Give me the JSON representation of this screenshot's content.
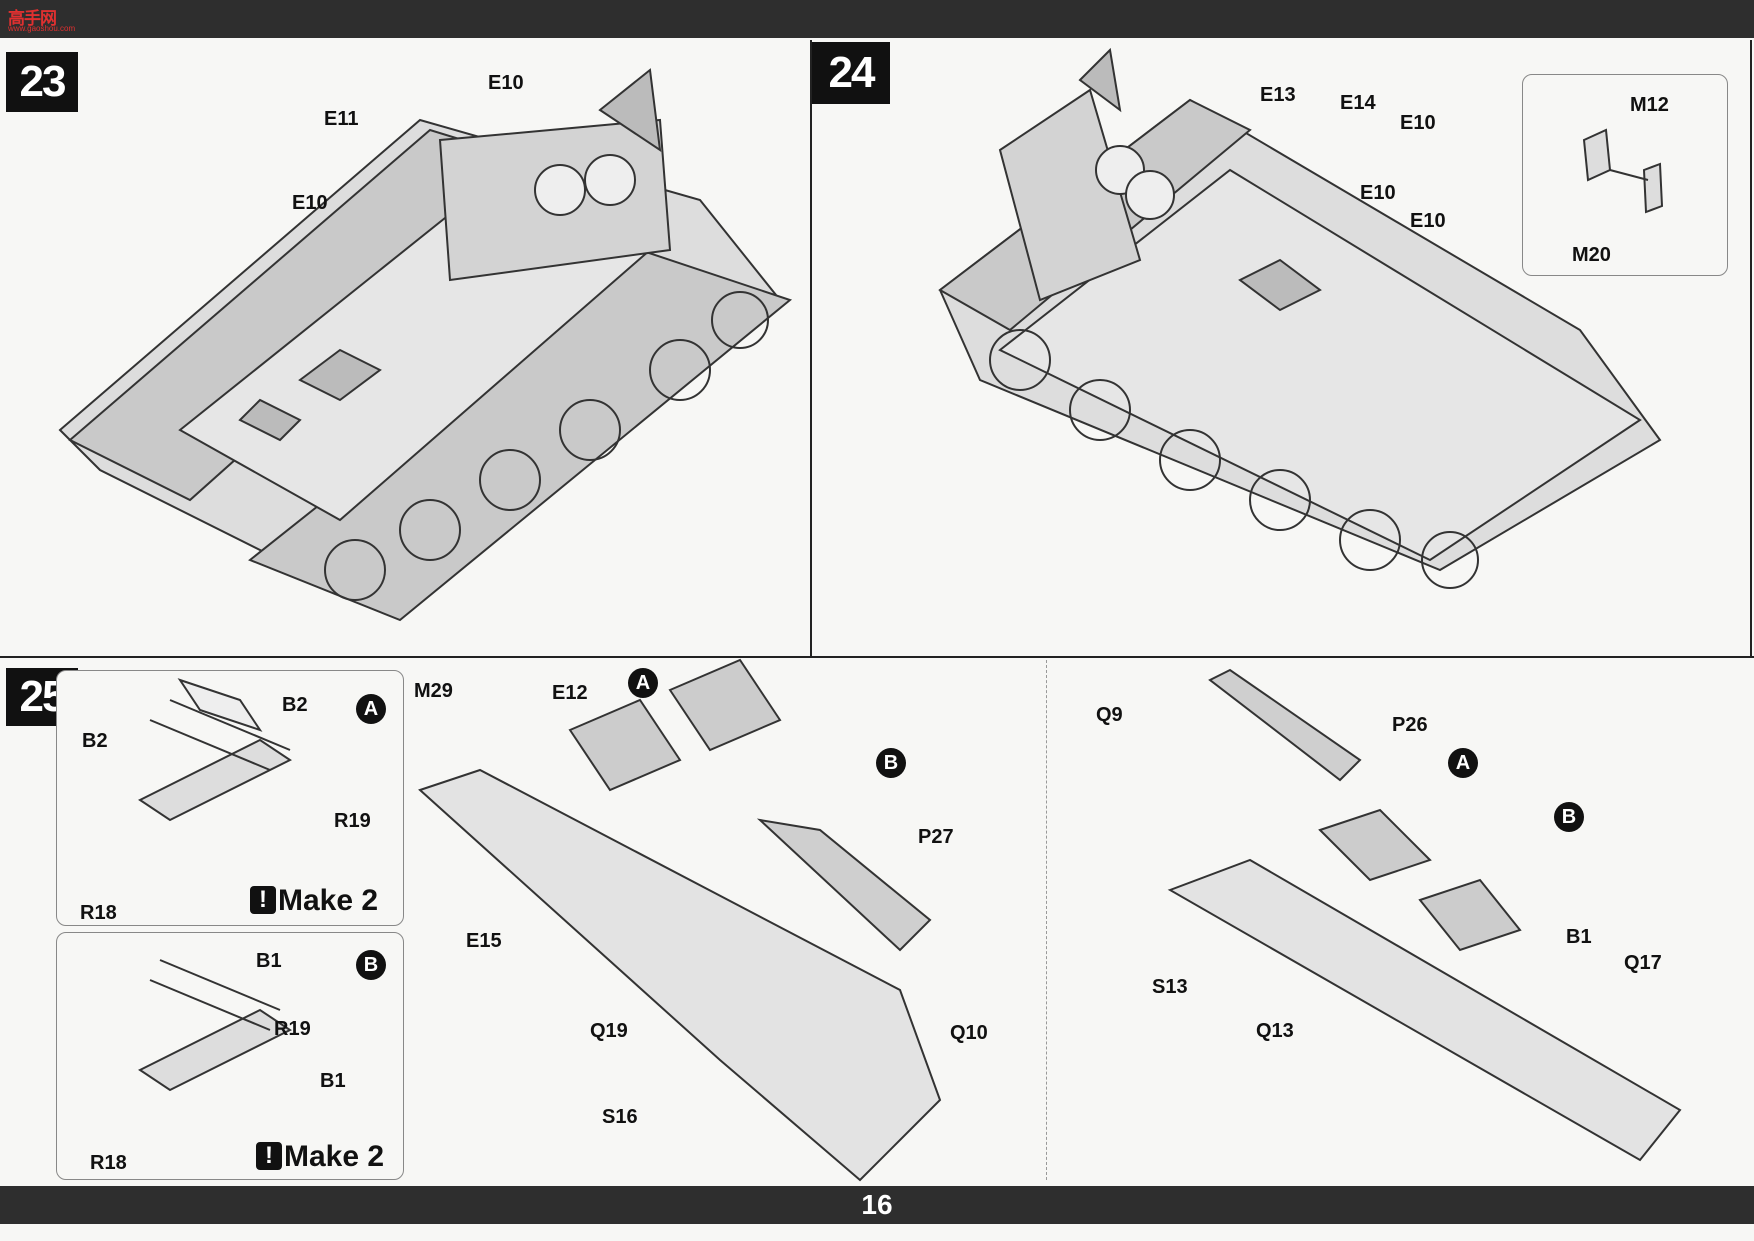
{
  "logo": {
    "text": "高手网",
    "url": "www.gaoshou.com"
  },
  "page_number": "16",
  "steps": [
    "23",
    "24",
    "25"
  ],
  "step23": {
    "labels": [
      "E10",
      "E11",
      "E10"
    ]
  },
  "step24": {
    "labels": [
      "E13",
      "E14",
      "E10",
      "E10",
      "E10"
    ],
    "inset": {
      "labels": [
        "M12",
        "M20"
      ]
    }
  },
  "step25": {
    "box_a": {
      "marker": "A",
      "labels": [
        "B2",
        "B2",
        "R19",
        "R18"
      ],
      "note": "Make 2"
    },
    "box_b": {
      "marker": "B",
      "labels": [
        "B1",
        "R19",
        "B1",
        "R18"
      ],
      "note": "Make 2"
    },
    "middle": {
      "labels": [
        "M29",
        "E12",
        "E15",
        "Q19",
        "P27",
        "Q10",
        "S16"
      ],
      "markers": [
        "A",
        "B"
      ]
    },
    "right": {
      "labels": [
        "Q9",
        "P26",
        "S13",
        "Q13",
        "B1",
        "Q17"
      ],
      "markers": [
        "A",
        "B"
      ]
    }
  },
  "colors": {
    "bar": "#2e2e2e",
    "ink": "#111111",
    "paper": "#f7f7f5",
    "logo": "#e03030"
  }
}
